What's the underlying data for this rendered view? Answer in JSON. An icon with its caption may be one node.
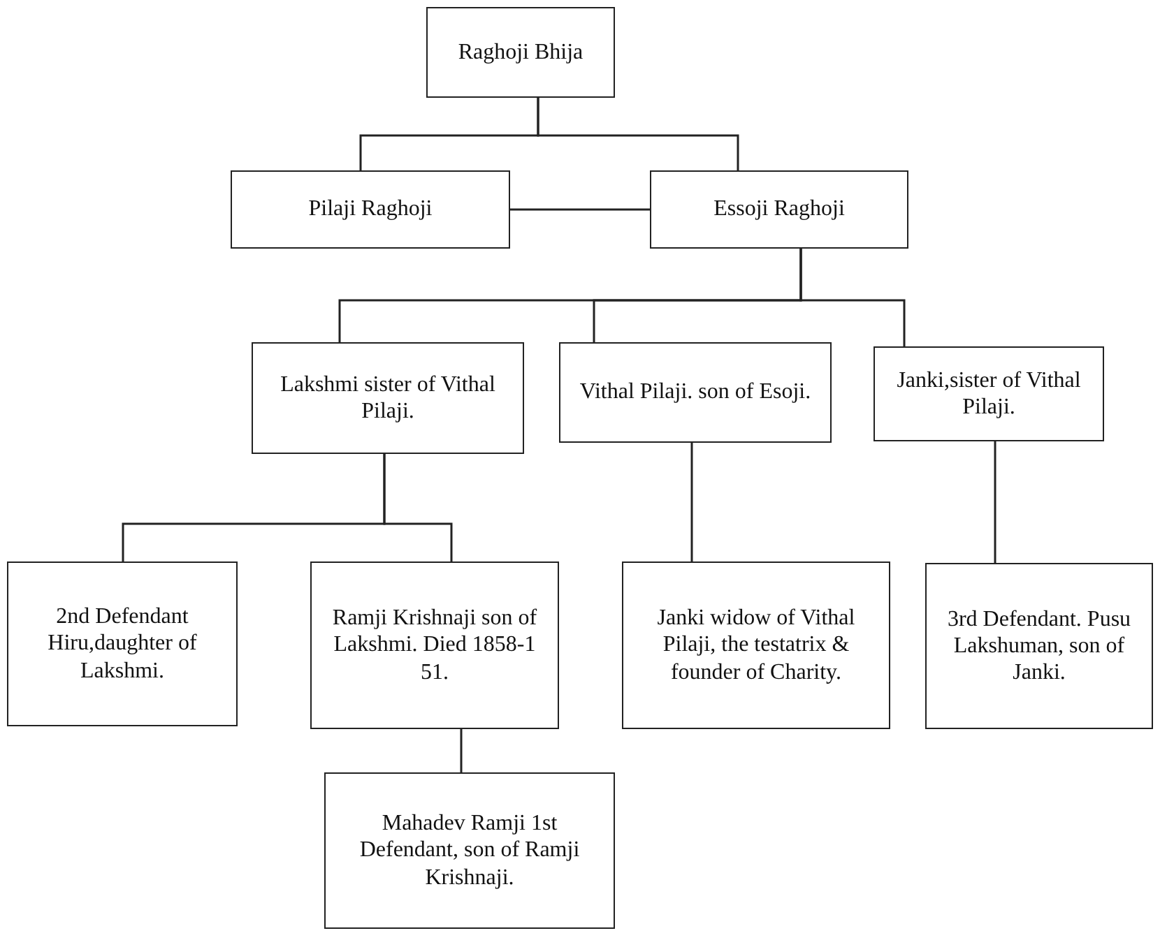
{
  "diagram": {
    "nodes": [
      {
        "text": [
          "Raghoji Bhija"
        ]
      },
      {
        "text": [
          "Pilaji Raghoji"
        ]
      },
      {
        "text": [
          "Essoji Raghoji"
        ]
      },
      {
        "text": [
          "Lakshmi sister of Vithal Pilaji."
        ]
      },
      {
        "text": [
          "Vithal Pilaji. son of Esoji."
        ]
      },
      {
        "text": [
          "Janki,sister of Vithal Pilaji."
        ]
      },
      {
        "text": [
          "2nd Defendant Hiru,daughter of Lakshmi."
        ]
      },
      {
        "text": [
          "Ramji Krishnaji son of Lakshmi. Died 1858-1 51."
        ]
      },
      {
        "text": [
          "Janki widow of Vithal Pilaji, the testatrix & founder of Charity."
        ]
      },
      {
        "text": [
          "3rd Defendant. Pusu Lakshuman, son of Janki."
        ]
      },
      {
        "text": [
          "Mahadev Ramji 1st Defendant, son of Ramji Krishnaji."
        ]
      }
    ],
    "edges": [
      {
        "from": 0,
        "to": 1,
        "arrow": "none"
      },
      {
        "from": 0,
        "to": 2,
        "arrow": "none"
      },
      {
        "from": 1,
        "to": 2,
        "arrow": "none"
      },
      {
        "from": 2,
        "to": 3,
        "arrow": "none"
      },
      {
        "from": 2,
        "to": 4,
        "arrow": "none"
      },
      {
        "from": 2,
        "to": 5,
        "arrow": "none"
      },
      {
        "from": 3,
        "to": 6,
        "arrow": "none"
      },
      {
        "from": 3,
        "to": 7,
        "arrow": "none"
      },
      {
        "from": 4,
        "to": 8,
        "arrow": "none"
      },
      {
        "from": 5,
        "to": 9,
        "arrow": "none"
      },
      {
        "from": 7,
        "to": 10,
        "arrow": "none"
      }
    ]
  }
}
